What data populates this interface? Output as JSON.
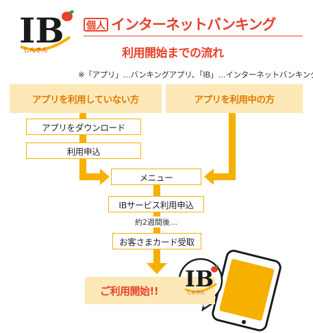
{
  "logo": {
    "letters": "IB",
    "caption": "しんきん"
  },
  "header": {
    "badge": "個人",
    "title": "インターネットバンキング",
    "subtitle": "利用開始までの流れ"
  },
  "note": "※「アプリ」…バンキングアプリ、「IB」…インターネットバンキング",
  "categories": {
    "left": "アプリを利用していない方",
    "right": "アプリを利用中の方"
  },
  "steps": {
    "download": "アプリをダウンロード",
    "apply": "利用申込",
    "menu": "メニュー",
    "ib_service": "IBサービス利用申込",
    "wait": "約2週間後…",
    "card": "お客さまカード受取",
    "start": "ご利用開始!!"
  },
  "colors": {
    "accent_red": "#e8402a",
    "arrow_yellow": "#f5b000",
    "box_fill": "#fde9b8",
    "category_text": "#e07a00"
  }
}
